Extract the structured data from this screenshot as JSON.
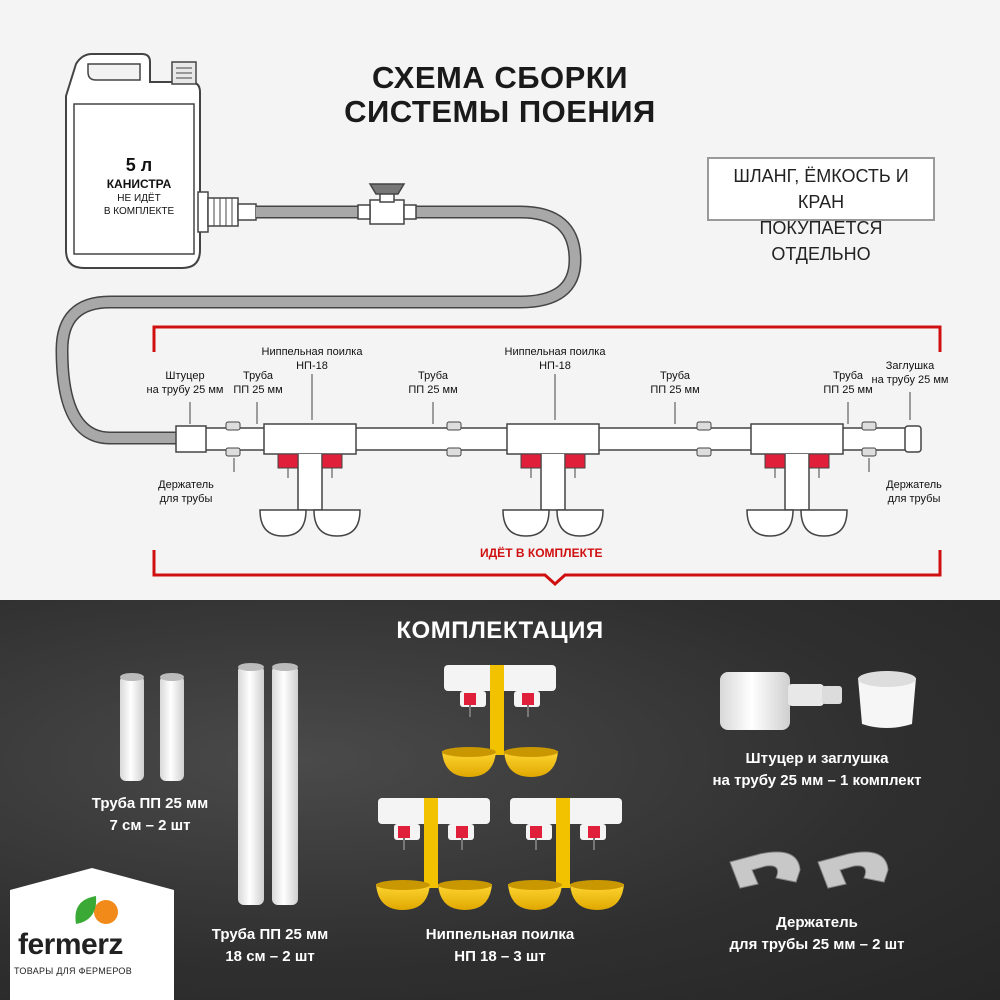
{
  "header": {
    "title_line1": "СХЕМА СБОРКИ",
    "title_line2": "СИСТЕМЫ ПОЕНИЯ"
  },
  "note": {
    "line1": "ШЛАНГ, ЁМКОСТЬ И КРАН",
    "line2": "ПОКУПАЕТСЯ ОТДЕЛЬНО"
  },
  "canister": {
    "volume": "5 л",
    "name": "КАНИСТРА",
    "note_line1": "НЕ ИДЁТ",
    "note_line2": "В КОМПЛЕКТЕ"
  },
  "diagram_labels": {
    "fitting": [
      "Штуцер",
      "на трубу 25 мм"
    ],
    "pipe1": [
      "Труба",
      "ПП 25 мм"
    ],
    "drinker1": [
      "Ниппельная поилка",
      "НП-18"
    ],
    "pipe2": [
      "Труба",
      "ПП 25 мм"
    ],
    "drinker2": [
      "Ниппельная поилка",
      "НП-18"
    ],
    "pipe3": [
      "Труба",
      "ПП 25 мм"
    ],
    "pipe4": [
      "Труба",
      "ПП 25 мм"
    ],
    "cap": [
      "Заглушка",
      "на трубу 25 мм"
    ],
    "holder_left": [
      "Держатель",
      "для трубы"
    ],
    "holder_right": [
      "Держатель",
      "для трубы"
    ]
  },
  "included_label": "ИДЁТ В КОМПЛЕКТЕ",
  "kit": {
    "title": "КОМПЛЕКТАЦИЯ",
    "items": [
      {
        "line1": "Труба ПП 25 мм",
        "line2": "7 см – 2 шт"
      },
      {
        "line1": "Труба ПП 25 мм",
        "line2": "18 см – 2 шт"
      },
      {
        "line1": "Ниппельная поилка",
        "line2": "НП 18 – 3 шт"
      },
      {
        "line1": "Штуцер и заглушка",
        "line2": "на трубу 25 мм – 1 комплект"
      },
      {
        "line1": "Держатель",
        "line2": "для трубы 25 мм – 2 шт"
      }
    ]
  },
  "brand": {
    "name": "fermerz",
    "tagline": "ТОВАРЫ ДЛЯ ФЕРМЕРОВ"
  },
  "colors": {
    "accent_red": "#d01010",
    "drinker_yellow": "#f2c200",
    "nipple_red": "#e0203a",
    "hose_gray": "#9a9a9a",
    "logo_green": "#3aa935",
    "logo_orange": "#f28a1a"
  }
}
